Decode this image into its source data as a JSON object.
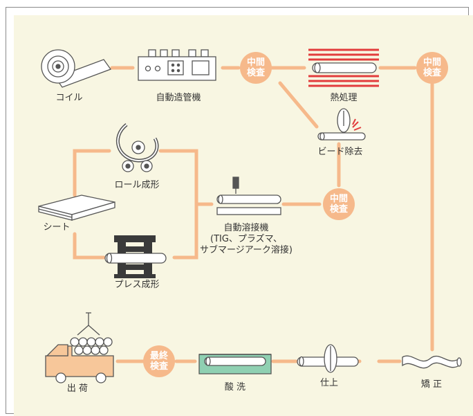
{
  "colors": {
    "flow": "#f6b98b",
    "inspection": "#f6b98b",
    "panel": "#f8f6e2",
    "heat": "#e23c3c",
    "acid": "#8fd0b2",
    "truck": "#f7c79a"
  },
  "labels": {
    "coil": "コイル",
    "pipe_maker": "自動造管機",
    "heat_treatment": "熱処理",
    "bead_removal": "ビード除去",
    "roll_forming": "ロール成形",
    "sheet": "シート",
    "press_forming": "プレス成形",
    "welder": "自動溶接機\n(TIG、プラズマ、\nサブマージアーク溶接)",
    "shipping": "出 荷",
    "pickling": "酸 洗",
    "finishing": "仕上",
    "straightening": "矯 正"
  },
  "inspections": {
    "mid1": "中間\n検査",
    "mid2": "中間\n検査",
    "mid3": "中間\n検査",
    "final": "最終\n検査"
  }
}
